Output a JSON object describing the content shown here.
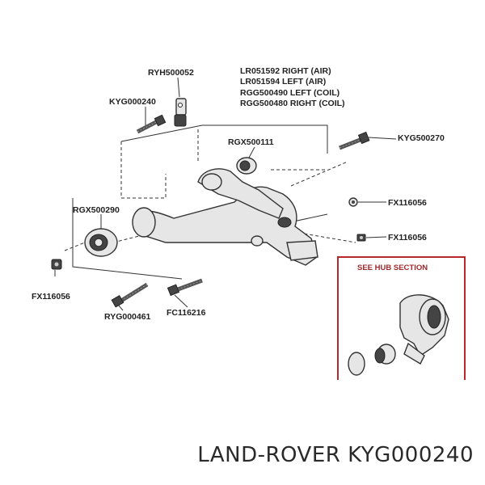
{
  "labels": {
    "ryh500052": "RYH500052",
    "kyg000240": "KYG000240",
    "lr051592": "LR051592 RIGHT (AIR)",
    "lr051594": "LR051594 LEFT (AIR)",
    "rgg500490": "RGG500490 LEFT (COIL)",
    "rgg500480": "RGG500480 RIGHT (COIL)",
    "rgx500111": "RGX500111",
    "kyg500270": "KYG500270",
    "fx116056_right": "FX116056",
    "rgx500290": "RGX500290",
    "fx116056_right2": "FX116056",
    "fx116056_left": "FX116056",
    "ryg000461": "RYG000461",
    "fc116216": "FC116216",
    "hub_section": "SEE HUB SECTION"
  },
  "footer": {
    "brand_part": "LAND-ROVER KYG000240"
  },
  "colors": {
    "hub_border": "#b8282b",
    "text": "#222222"
  }
}
